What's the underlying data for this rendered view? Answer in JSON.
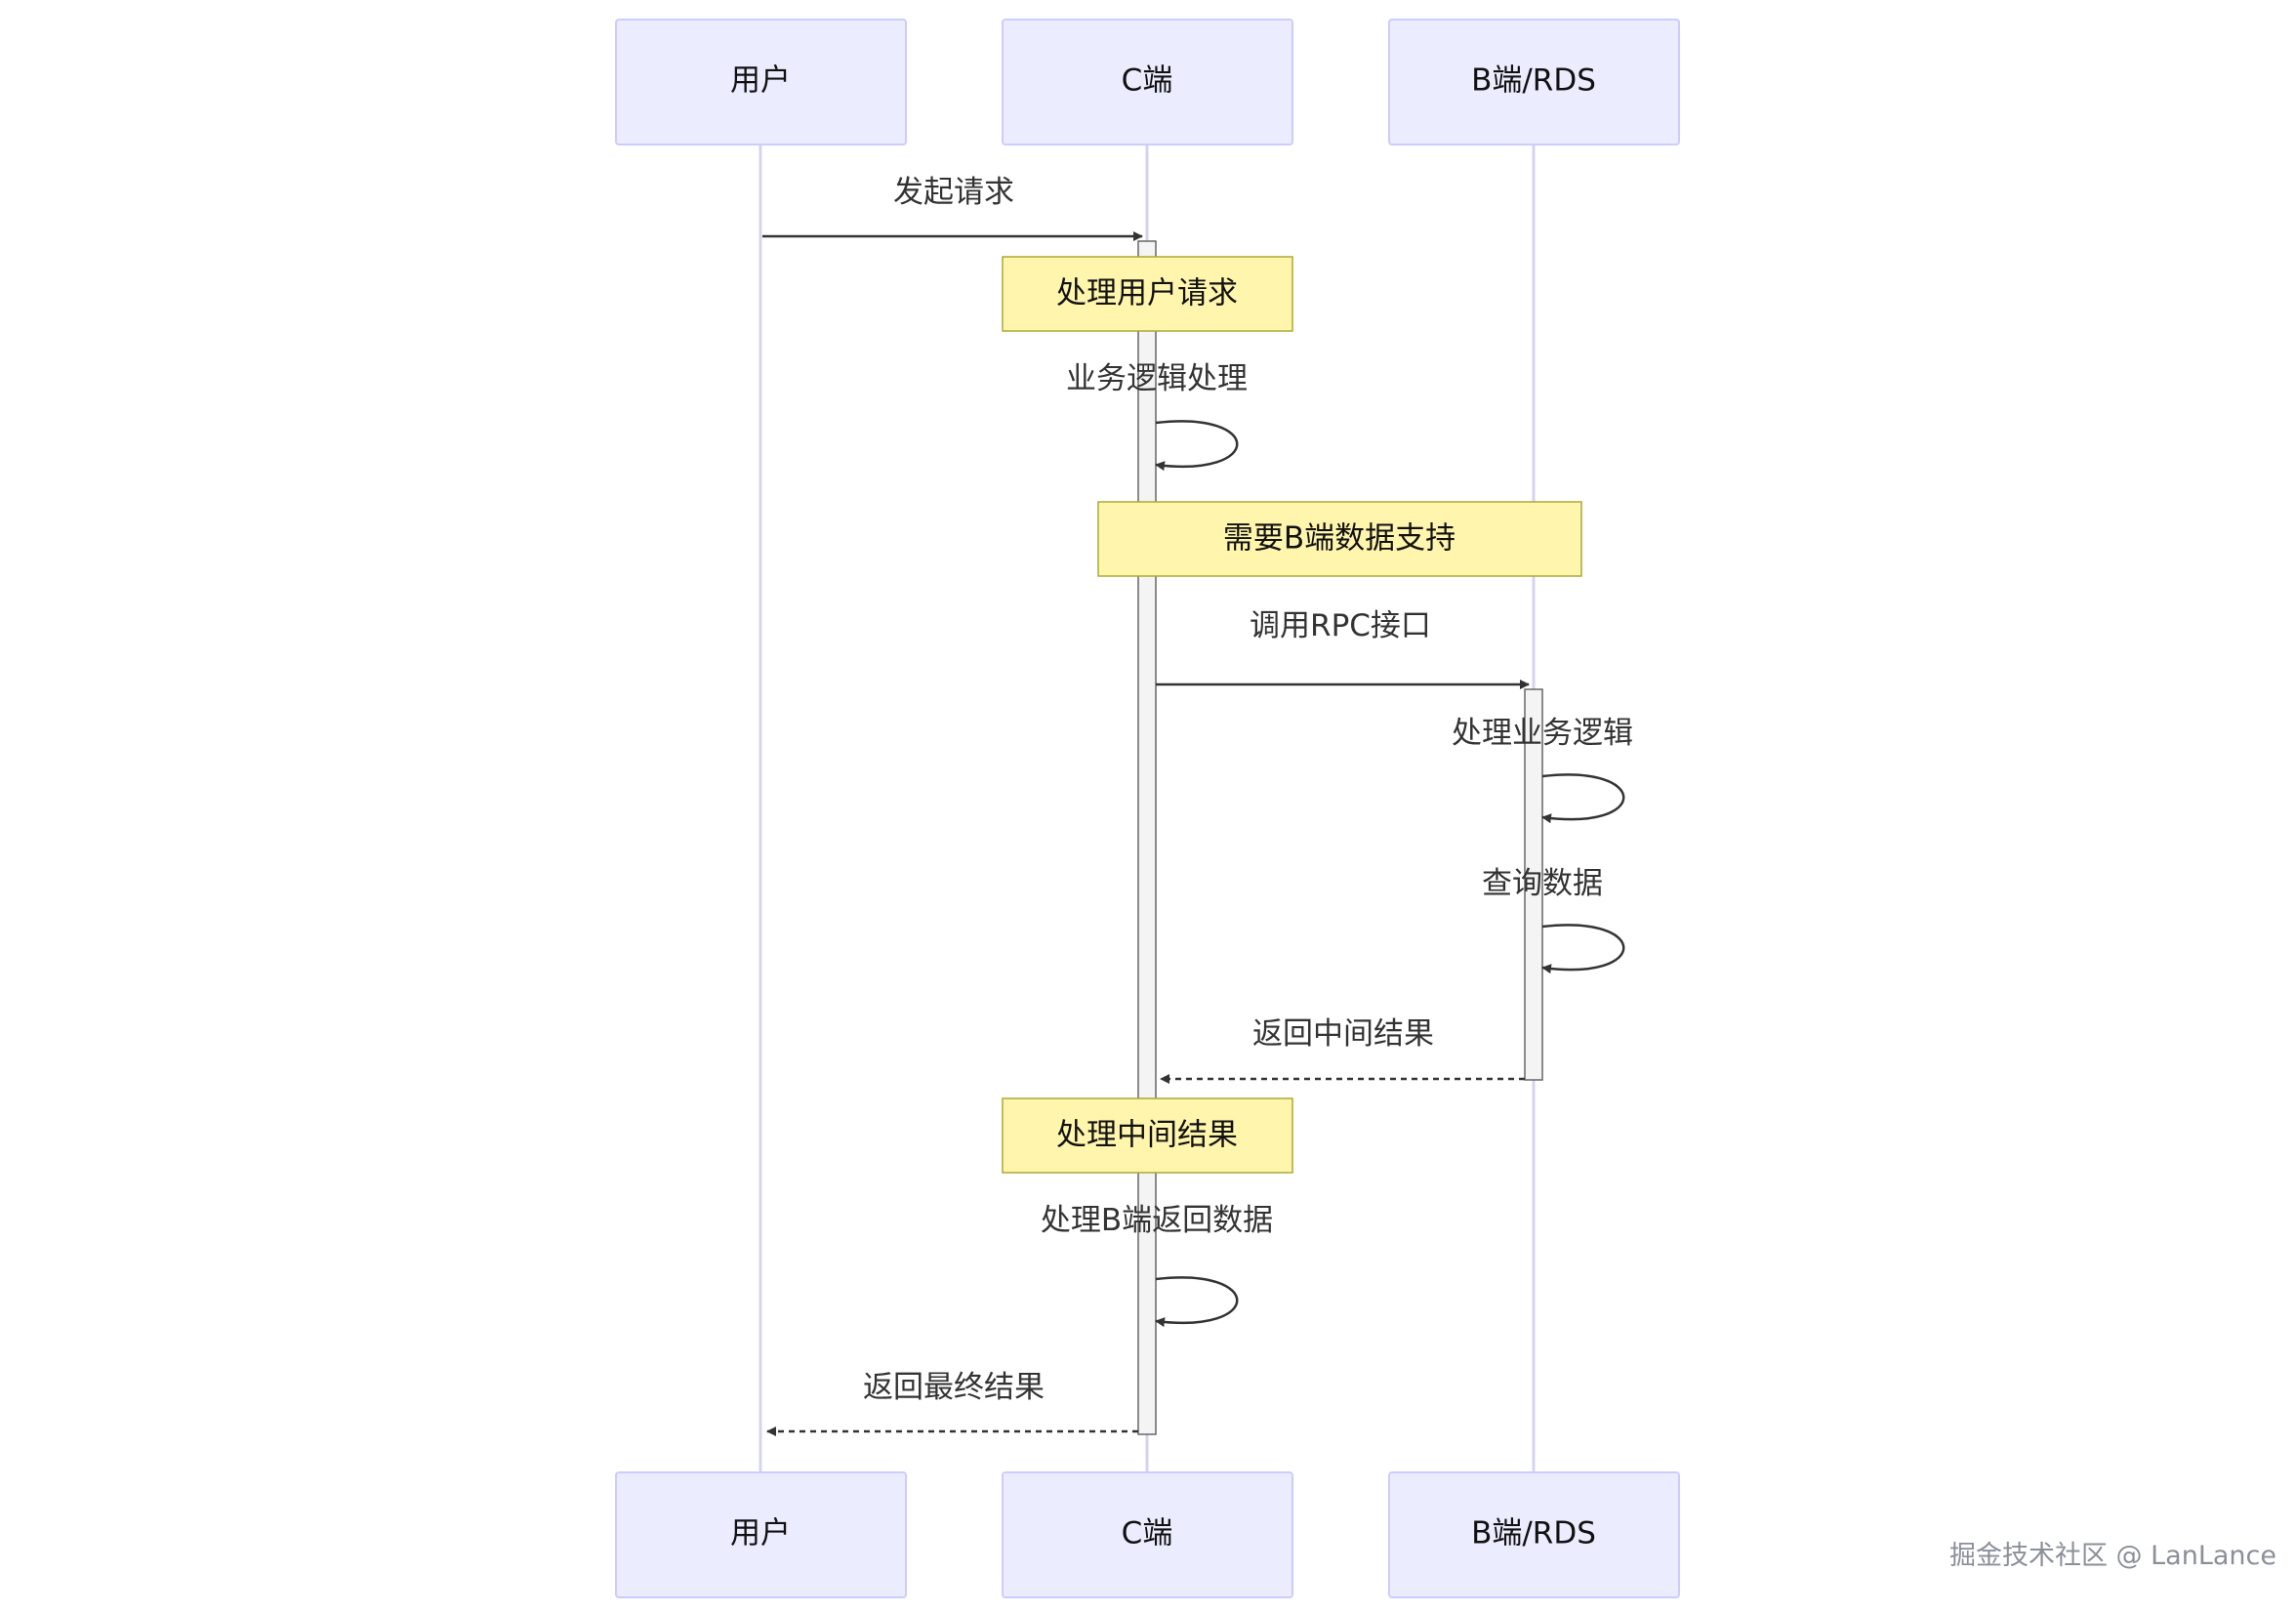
{
  "participants": [
    {
      "id": "user",
      "label": "用户"
    },
    {
      "id": "c",
      "label": "C端"
    },
    {
      "id": "b",
      "label": "B端/RDS"
    }
  ],
  "messages": [
    {
      "id": "m1",
      "label": "发起请求"
    },
    {
      "id": "m2",
      "label": "业务逻辑处理"
    },
    {
      "id": "m3",
      "label": "调用RPC接口"
    },
    {
      "id": "m4",
      "label": "处理业务逻辑"
    },
    {
      "id": "m5",
      "label": "查询数据"
    },
    {
      "id": "m6",
      "label": "返回中间结果"
    },
    {
      "id": "m7",
      "label": "处理B端返回数据"
    },
    {
      "id": "m8",
      "label": "返回最终结果"
    }
  ],
  "notes": [
    {
      "id": "n1",
      "label": "处理用户请求"
    },
    {
      "id": "n2",
      "label": "需要B端数据支持"
    },
    {
      "id": "n3",
      "label": "处理中间结果"
    }
  ],
  "watermark": "掘金技术社区 @ LanLance",
  "colors": {
    "actor_fill": "#ECECFF",
    "actor_stroke": "#CCCCFF",
    "lifeline": "#D6D3EF",
    "note_fill": "#FFF5AD",
    "note_stroke": "#AAAA33",
    "arrow": "#333333",
    "activation_fill": "#F4F4F4",
    "activation_stroke": "#666666"
  }
}
